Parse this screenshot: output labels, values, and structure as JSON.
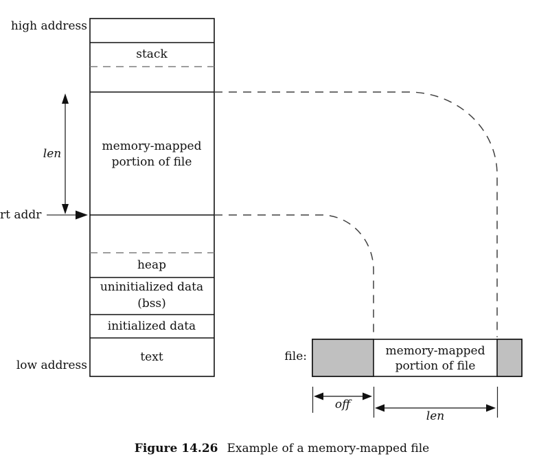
{
  "figure": {
    "caption": {
      "label": "Figure 14.26",
      "text": "Example of a memory-mapped file"
    }
  },
  "memory_diagram": {
    "high_address_label": "high address",
    "low_address_label": "low address",
    "start_addr_label": "rt addr",
    "len_label": "len",
    "segments": {
      "stack": "stack",
      "mapped_line1": "memory-mapped",
      "mapped_line2": "portion of file",
      "heap": "heap",
      "bss_line1": "uninitialized data",
      "bss_line2": "(bss)",
      "initialized_data": "initialized data",
      "text": "text"
    }
  },
  "file_diagram": {
    "file_label": "file:",
    "mapped_line1": "memory-mapped",
    "mapped_line2": "portion of file",
    "off_label": "off",
    "len_label": "len"
  },
  "colors": {
    "gray_fill": "#c0c0c0",
    "line": "#111111",
    "dash_gray": "#7d7d7d",
    "connector": "#3f3f3f",
    "background": "#ffffff"
  }
}
